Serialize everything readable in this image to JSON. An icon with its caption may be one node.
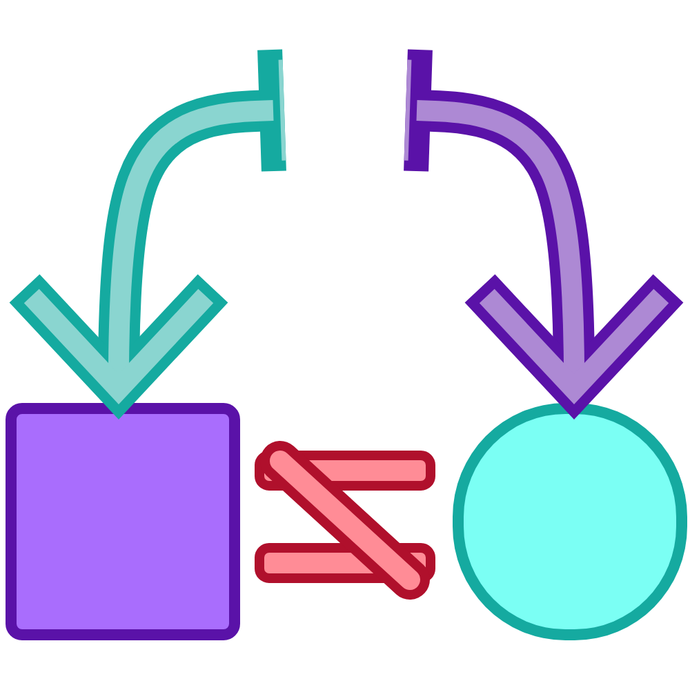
{
  "diagram": {
    "nodes": [
      {
        "text": [],
        "shape": "box"
      },
      {
        "text": [],
        "shape": "circle"
      }
    ],
    "edges": [
      {
        "from": null,
        "to": 0,
        "arrow": "to",
        "color": "#15aaa0"
      },
      {
        "from": null,
        "to": 1,
        "arrow": "to",
        "color": "#5a12a8"
      }
    ]
  }
}
